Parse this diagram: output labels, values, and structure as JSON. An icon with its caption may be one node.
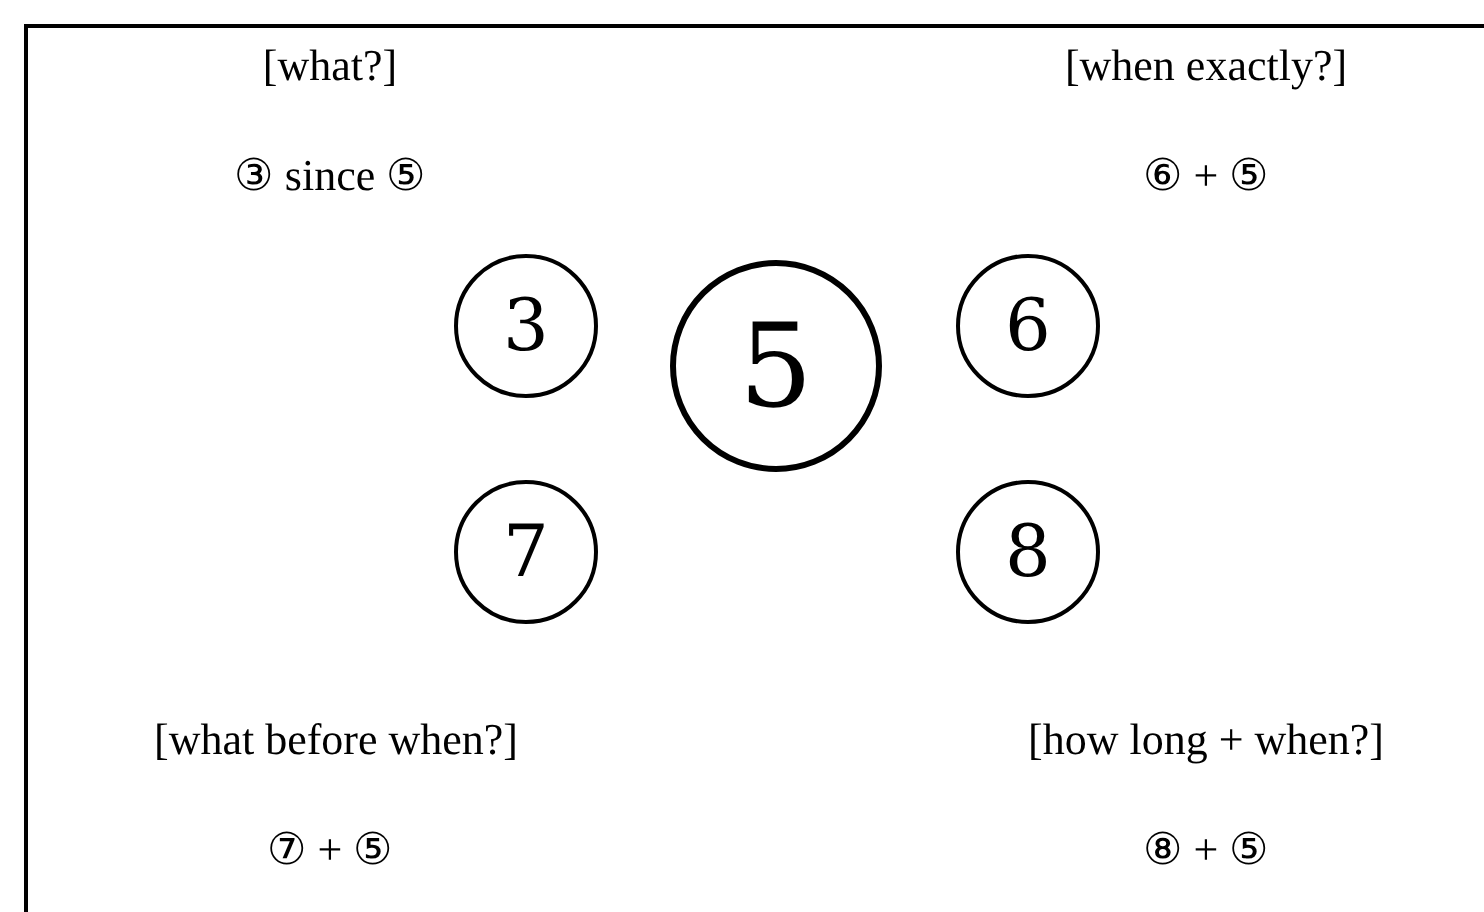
{
  "diagram": {
    "nodes": [
      {
        "text": [
          "3"
        ]
      },
      {
        "text": [
          "5"
        ]
      },
      {
        "text": [
          "6"
        ]
      },
      {
        "text": [
          "7"
        ]
      },
      {
        "text": [
          "8"
        ]
      }
    ],
    "labels": [
      "[what?]",
      "[when exactly?]",
      "③ since ⑤",
      "⑥ + ⑤",
      "[what before when?]",
      "[how long + when?]",
      "⑦ + ⑤",
      "⑧ + ⑤"
    ]
  }
}
